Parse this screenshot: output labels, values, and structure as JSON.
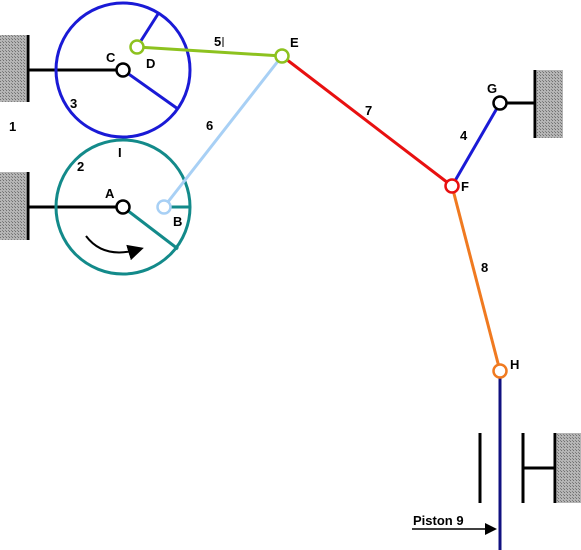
{
  "labels": {
    "ground_1": "1",
    "gear_2": "2",
    "gear_3": "3",
    "link_4": "4",
    "link_5": "5",
    "link_6": "6",
    "link_7": "7",
    "link_8": "8",
    "contact_I": "I",
    "joint_A": "A",
    "joint_B": "B",
    "joint_C": "C",
    "joint_D": "D",
    "joint_E": "E",
    "joint_F": "F",
    "joint_G": "G",
    "joint_H": "H",
    "piston": "Piston 9"
  },
  "colors": {
    "gear_2": "#138a8a",
    "gear_3": "#1a1ad6",
    "link_4": "#1a1ad6",
    "link_5": "#8dc21f",
    "link_6": "#a8d0f5",
    "link_7": "#e81010",
    "link_8": "#f07a20",
    "rod_9": "#101080",
    "ground": "#999999",
    "black": "#000000"
  }
}
